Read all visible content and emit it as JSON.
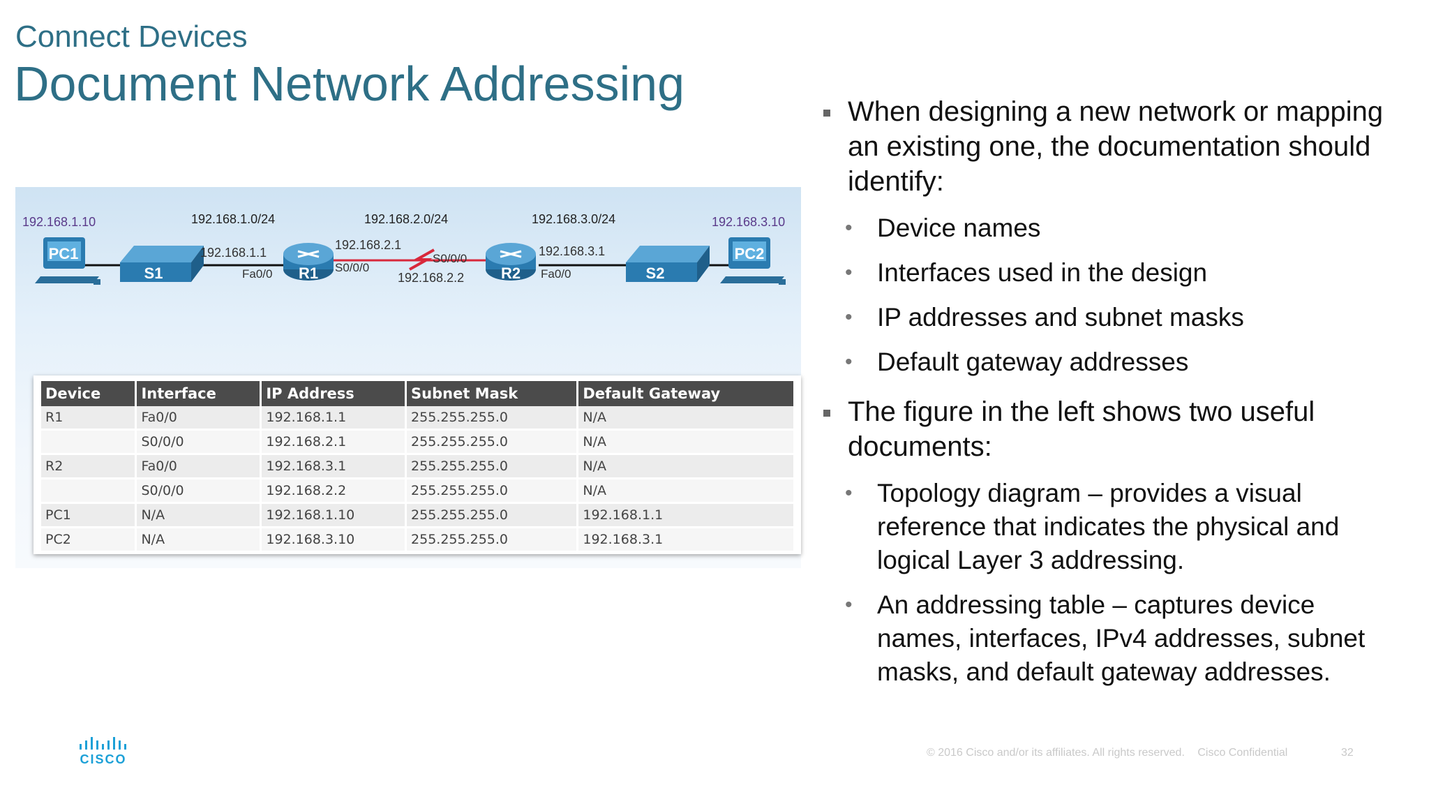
{
  "header": {
    "section": "Connect Devices",
    "title": "Document Network Addressing"
  },
  "topology": {
    "pc1_ip": "192.168.1.10",
    "pc2_ip": "192.168.3.10",
    "net1": "192.168.1.0/24",
    "net2": "192.168.2.0/24",
    "net3": "192.168.3.0/24",
    "r1_lan_ip": "192.168.1.1",
    "r1_lan_if": "Fa0/0",
    "r1_wan_ip": "192.168.2.1",
    "r1_wan_if": "S0/0/0",
    "r2_wan_if": "S0/0/0",
    "r2_wan_ip": "192.168.2.2",
    "r2_lan_ip": "192.168.3.1",
    "r2_lan_if": "Fa0/0",
    "labels": {
      "pc1": "PC1",
      "s1": "S1",
      "r1": "R1",
      "r2": "R2",
      "s2": "S2",
      "pc2": "PC2"
    },
    "colors": {
      "pc_ip": "#5a3a8a",
      "serial_link": "#d8283b",
      "device": "#2a7bb0"
    }
  },
  "table": {
    "headers": [
      "Device",
      "Interface",
      "IP Address",
      "Subnet Mask",
      "Default Gateway"
    ],
    "rows": [
      [
        "R1",
        "Fa0/0",
        "192.168.1.1",
        "255.255.255.0",
        "N/A"
      ],
      [
        "",
        "S0/0/0",
        "192.168.2.1",
        "255.255.255.0",
        "N/A"
      ],
      [
        "R2",
        "Fa0/0",
        "192.168.3.1",
        "255.255.255.0",
        "N/A"
      ],
      [
        "",
        "S0/0/0",
        "192.168.2.2",
        "255.255.255.0",
        "N/A"
      ],
      [
        "PC1",
        "N/A",
        "192.168.1.10",
        "255.255.255.0",
        "192.168.1.1"
      ],
      [
        "PC2",
        "N/A",
        "192.168.3.10",
        "255.255.255.0",
        "192.168.3.1"
      ]
    ]
  },
  "bullets": [
    {
      "text": "When designing a new network or mapping an existing one, the documentation should identify:",
      "sub": [
        "Device names",
        "Interfaces used in the design",
        "IP addresses and subnet masks",
        "Default gateway addresses"
      ]
    },
    {
      "text": "The figure in the left shows two useful documents:",
      "sub": [
        "Topology diagram – provides a visual reference that indicates the physical and logical Layer 3 addressing.",
        "An addressing table – captures device names, interfaces, IPv4 addresses, subnet masks, and default gateway addresses."
      ]
    }
  ],
  "footer": {
    "copyright": "© 2016  Cisco and/or its affiliates. All rights reserved.",
    "confidential": "Cisco Confidential",
    "page": "32",
    "logo_text": "CISCO"
  }
}
